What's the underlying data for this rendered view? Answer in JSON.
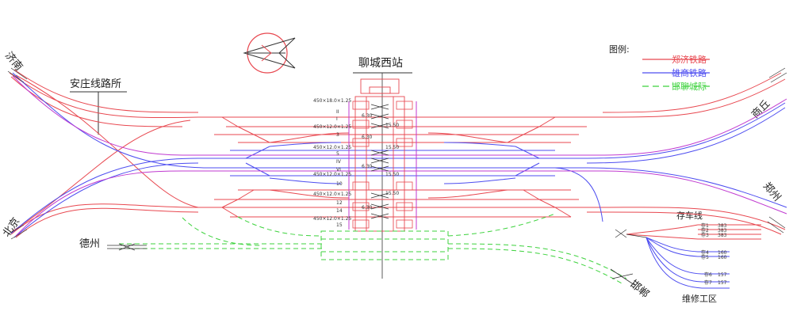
{
  "station": {
    "name": "聊城西站"
  },
  "place_labels": {
    "jinan": "济南",
    "beijing": "北京",
    "dezhou": "德州",
    "handan": "邯郸",
    "shangqiu": "商丘",
    "zhengzhou": "郑州",
    "anzhuang": "安庄线路所",
    "depot": "存车线",
    "maintenance": "维修工区"
  },
  "legend": {
    "title": "图例:",
    "items": [
      {
        "label": "郑济铁路",
        "color": "#e8474f",
        "style": "solid"
      },
      {
        "label": "雄商铁路",
        "color": "#4d4df0",
        "style": "solid"
      },
      {
        "label": "邯聊城际",
        "color": "#3cd23c",
        "style": "dashed"
      }
    ]
  },
  "platform_labels": [
    "450×18.0×1.25",
    "450×12.0×1.25",
    "450×12.0×1.25",
    "450×12.0×1.25",
    "450×12.0×1.25",
    "450×12.0×1.25"
  ],
  "track_numbers": [
    "II",
    "I",
    "3",
    "5",
    "IV",
    "VI",
    "10",
    "12",
    "14",
    "15"
  ],
  "level_marks": [
    "6.30",
    "15.50",
    "6.30",
    "15.50",
    "6.30",
    "15.50",
    "6.30",
    "15.50"
  ],
  "depot_tracks": [
    "存1",
    "存2",
    "存3",
    "存4",
    "存5",
    "存6",
    "存7"
  ],
  "depot_marks": [
    "383",
    "383",
    "383",
    "160",
    "160",
    "157",
    "157"
  ],
  "colors": {
    "zhengji": "#e8474f",
    "xiongshang": "#4d4df0",
    "hanliao": "#3cd23c",
    "station_purple": "#c03ad0",
    "black": "#333333"
  }
}
